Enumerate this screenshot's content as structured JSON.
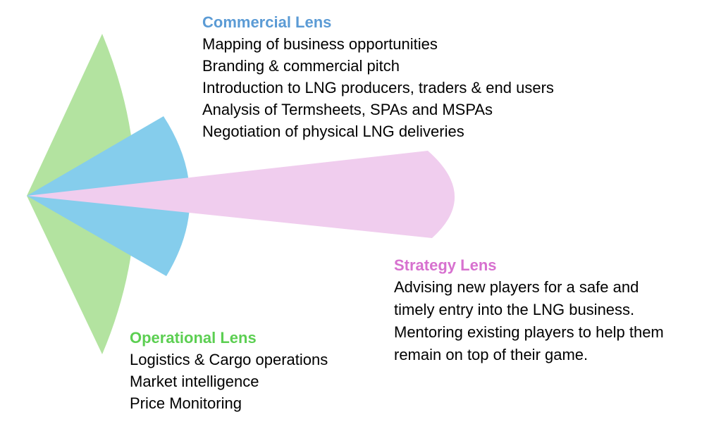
{
  "colors": {
    "commercial": "#5b9bd5",
    "strategy": "#d771cf",
    "operational": "#5ccf52",
    "wedge_operational": "#b3e3a0",
    "wedge_commercial": "#85cdec",
    "wedge_strategy": "#f0cdee"
  },
  "commercial": {
    "title": "Commercial Lens",
    "items": [
      "Mapping of business opportunities",
      "Branding & commercial pitch",
      "Introduction to LNG producers, traders & end users",
      "Analysis of Termsheets, SPAs and MSPAs",
      "Negotiation of physical LNG deliveries"
    ]
  },
  "strategy": {
    "title": "Strategy Lens",
    "items": [
      "Advising new players for a safe and",
      "timely entry into the LNG business.",
      "Mentoring existing players to help them",
      "remain on top of their game."
    ]
  },
  "operational": {
    "title": "Operational Lens",
    "items": [
      "Logistics & Cargo operations",
      "Market intelligence",
      "Price Monitoring"
    ]
  }
}
